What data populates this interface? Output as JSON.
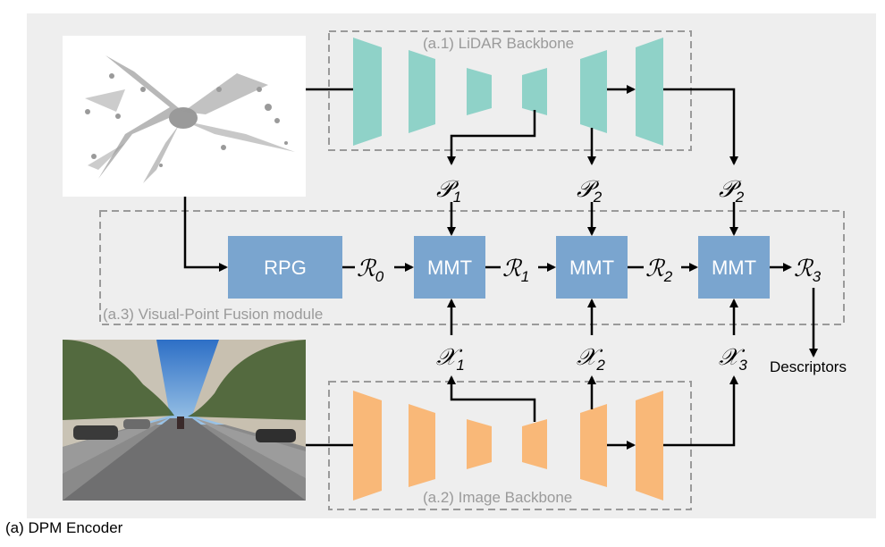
{
  "caption": "(a) DPM Encoder",
  "lidar_backbone_label": "(a.1) LiDAR Backbone",
  "image_backbone_label": "(a.2) Image Backbone",
  "fusion_module_label": "(a.3) Visual-Point Fusion module",
  "rpg_label": "RPG",
  "mmt_labels": [
    "MMT",
    "MMT",
    "MMT"
  ],
  "lidar_features": [
    {
      "symbol": "𝒫",
      "sub": "1"
    },
    {
      "symbol": "𝒫",
      "sub": "2"
    },
    {
      "symbol": "𝒫",
      "sub": "2"
    }
  ],
  "image_features": [
    {
      "symbol": "𝒳",
      "sub": "1"
    },
    {
      "symbol": "𝒳",
      "sub": "2"
    },
    {
      "symbol": "𝒳",
      "sub": "3"
    }
  ],
  "region_features": [
    {
      "symbol": "ℛ",
      "sub": "0"
    },
    {
      "symbol": "ℛ",
      "sub": "1"
    },
    {
      "symbol": "ℛ",
      "sub": "2"
    },
    {
      "symbol": "ℛ",
      "sub": "3"
    }
  ],
  "descriptors_label": "Descriptors",
  "colors": {
    "background": "#eeeeee",
    "lidar_layers": "#8fd2c8",
    "image_layers": "#f9b878",
    "module_boxes": "#7aa5cf",
    "dashed_border": "#9a9a9a"
  }
}
